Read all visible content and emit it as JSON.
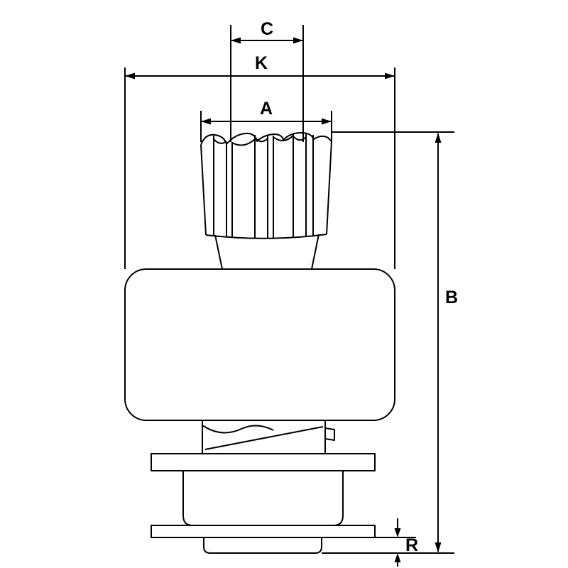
{
  "colors": {
    "line": "#000000",
    "background": "#ffffff",
    "text": "#000000"
  },
  "dimension_labels": {
    "c": "C",
    "k": "K",
    "a": "A",
    "b": "B",
    "r": "R"
  }
}
